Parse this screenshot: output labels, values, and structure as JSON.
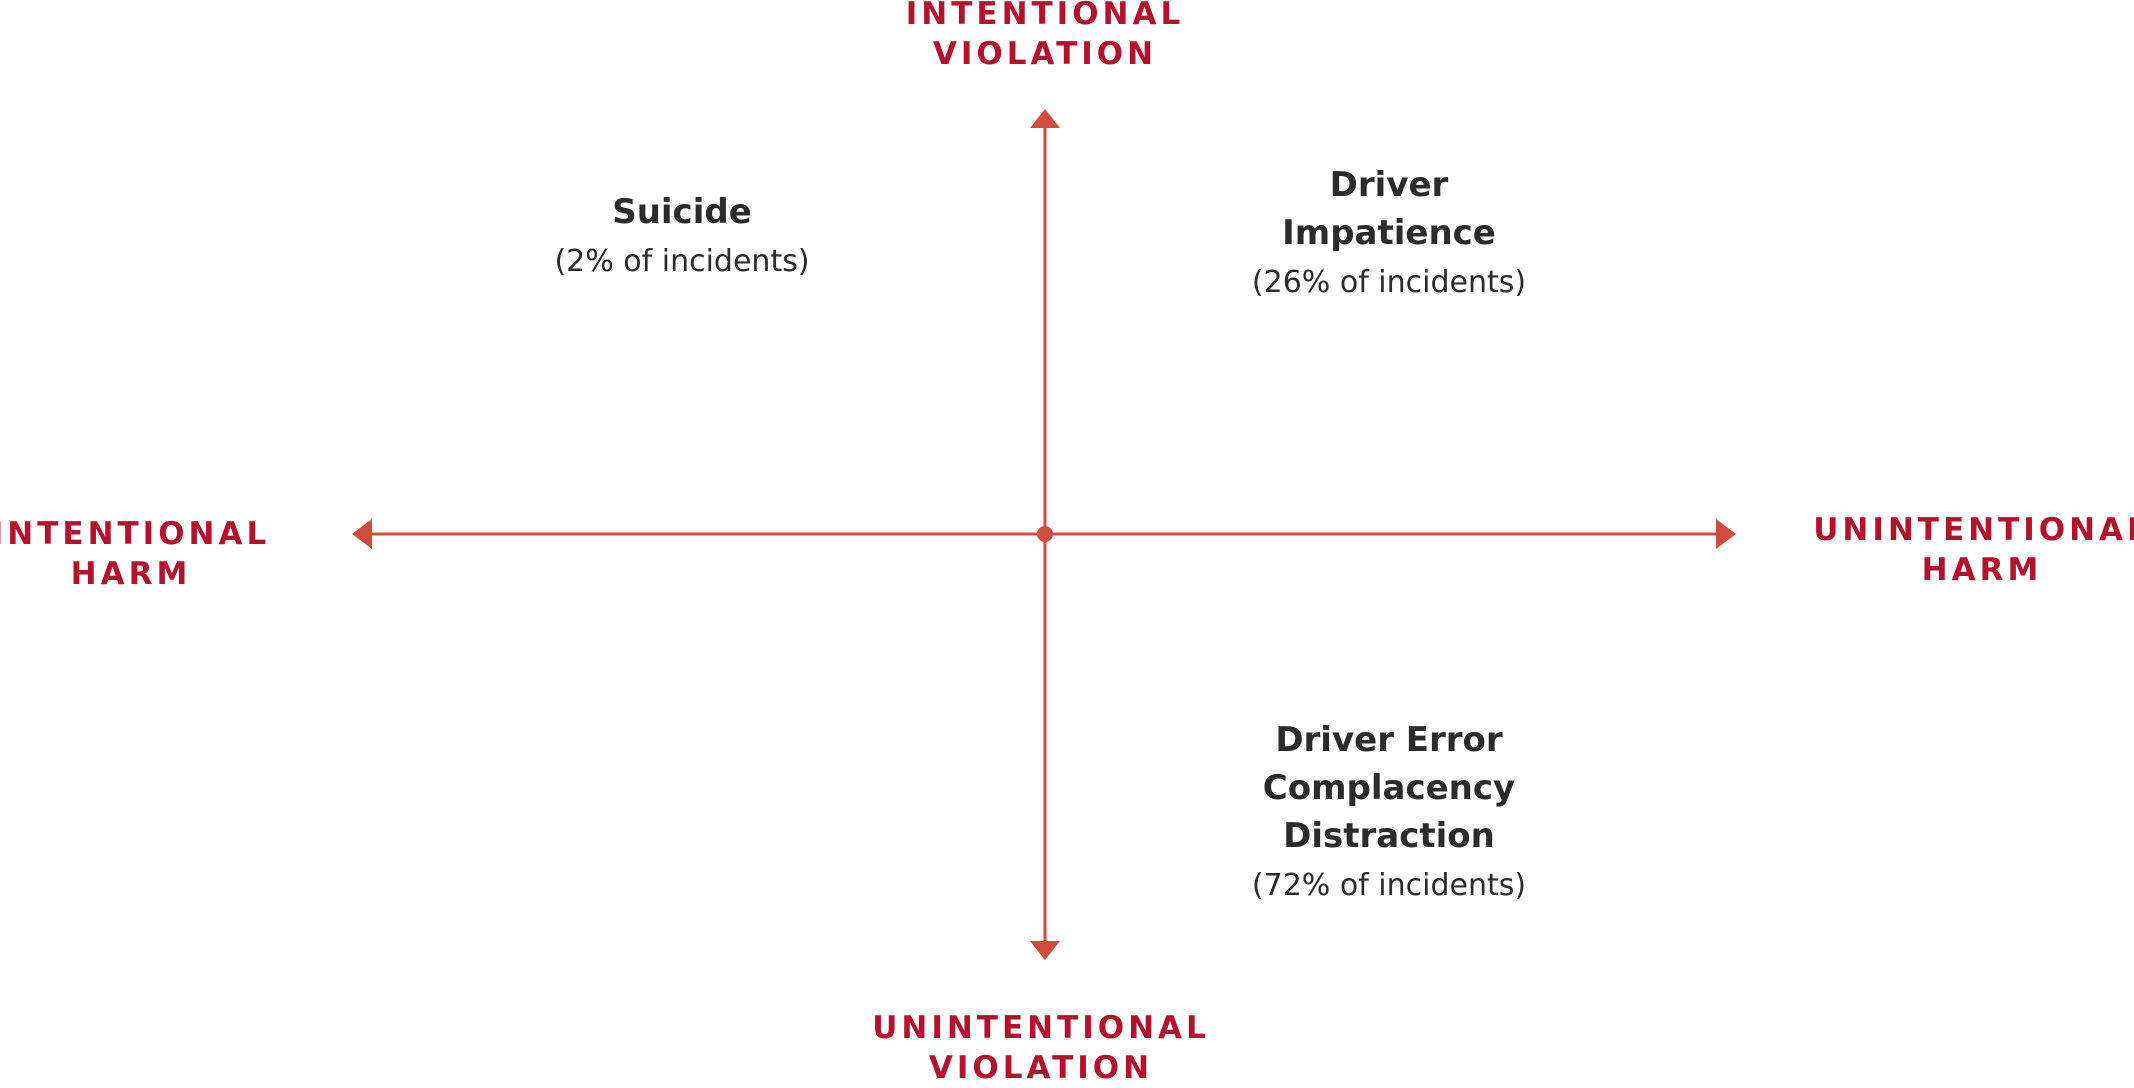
{
  "colors": {
    "axis": "#d14b3e",
    "axis_label": "#b5102c",
    "quadrant_text": "#2b2b2b"
  },
  "axes": {
    "top": {
      "line1": "INTENTIONAL",
      "line2": "VIOLATION"
    },
    "bottom": {
      "line1": "UNINTENTIONAL",
      "line2": "VIOLATION"
    },
    "left": {
      "line1": "INTENTIONAL",
      "line2": "HARM"
    },
    "right": {
      "line1": "UNINTENTIONAL",
      "line2": "HARM"
    }
  },
  "quadrants": {
    "top_left": {
      "name": "Suicide",
      "share": "(2% of incidents)"
    },
    "top_right": {
      "name_line1": "Driver",
      "name_line2": "Impatience",
      "share": "(26% of incidents)"
    },
    "bottom_right": {
      "name_line1": "Driver Error",
      "name_line2": "Complacency",
      "name_line3": "Distraction",
      "share": "(72% of incidents)"
    }
  }
}
